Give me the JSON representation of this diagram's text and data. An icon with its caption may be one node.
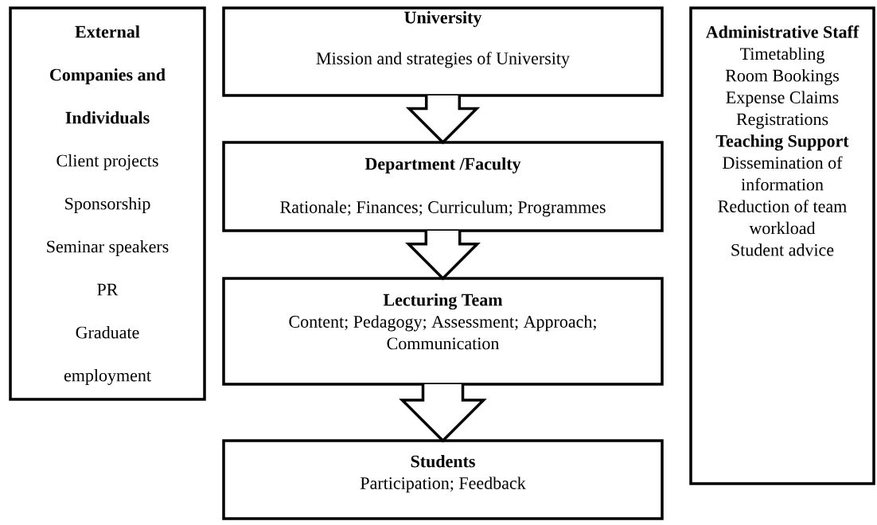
{
  "diagram": {
    "nodes": [
      {
        "text": [
          "External Companies and Individuals",
          "Client projects",
          "Sponsorship",
          "Seminar speakers",
          "PR",
          "Graduate employment"
        ]
      },
      {
        "text": [
          "University",
          "Mission and strategies of University"
        ]
      },
      {
        "text": [
          "Department /Faculty",
          "Rationale; Finances; Curriculum; Programmes"
        ]
      },
      {
        "text": [
          "Lecturing Team",
          "Content; Pedagogy; Assessment; Approach; Communication"
        ]
      },
      {
        "text": [
          "Students",
          "Participation; Feedback"
        ]
      },
      {
        "text": [
          "Administrative Staff",
          "Timetabling",
          "Room Bookings",
          "Expense Claims",
          "Registrations",
          "Teaching Support",
          "Dissemination of information",
          "Reduction of team workload",
          "Student advice"
        ]
      }
    ],
    "edges": [
      {
        "from": 1,
        "to": 2,
        "arrow": "to"
      },
      {
        "from": 2,
        "to": 3,
        "arrow": "to"
      },
      {
        "from": 3,
        "to": 4,
        "arrow": "to"
      }
    ]
  }
}
